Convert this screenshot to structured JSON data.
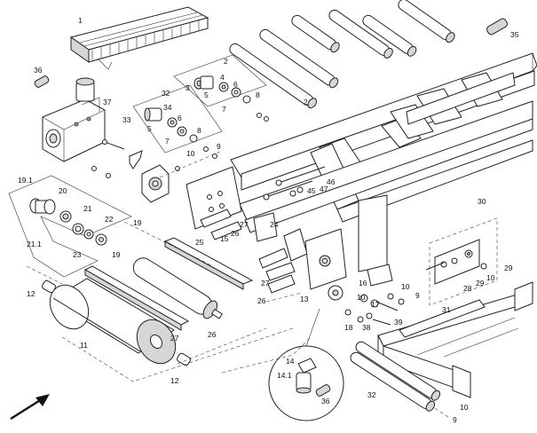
{
  "callouts": [
    {
      "id": "c1",
      "text": "1"
    },
    {
      "id": "c2a",
      "text": "2"
    },
    {
      "id": "c2b",
      "text": "2"
    },
    {
      "id": "c3",
      "text": "3"
    },
    {
      "id": "c4",
      "text": "4"
    },
    {
      "id": "c5a",
      "text": "5"
    },
    {
      "id": "c5b",
      "text": "5"
    },
    {
      "id": "c6a",
      "text": "6"
    },
    {
      "id": "c6b",
      "text": "6"
    },
    {
      "id": "c7a",
      "text": "7"
    },
    {
      "id": "c7b",
      "text": "7"
    },
    {
      "id": "c8a",
      "text": "8"
    },
    {
      "id": "c8b",
      "text": "8"
    },
    {
      "id": "c9a",
      "text": "9"
    },
    {
      "id": "c9b",
      "text": "9"
    },
    {
      "id": "c9c",
      "text": "9"
    },
    {
      "id": "c10a",
      "text": "10"
    },
    {
      "id": "c10b",
      "text": "10"
    },
    {
      "id": "c10c",
      "text": "10"
    },
    {
      "id": "c10d",
      "text": "10"
    },
    {
      "id": "c10e",
      "text": "10"
    },
    {
      "id": "c11",
      "text": "11"
    },
    {
      "id": "c12a",
      "text": "12"
    },
    {
      "id": "c12b",
      "text": "12"
    },
    {
      "id": "c13",
      "text": "13"
    },
    {
      "id": "c14",
      "text": "14"
    },
    {
      "id": "c141",
      "text": "14.1"
    },
    {
      "id": "c15",
      "text": "15"
    },
    {
      "id": "c16",
      "text": "16"
    },
    {
      "id": "c17",
      "text": "17"
    },
    {
      "id": "c18",
      "text": "18"
    },
    {
      "id": "c19a",
      "text": "19"
    },
    {
      "id": "c19b",
      "text": "19"
    },
    {
      "id": "c191",
      "text": "19.1"
    },
    {
      "id": "c20",
      "text": "20"
    },
    {
      "id": "c21",
      "text": "21"
    },
    {
      "id": "c211",
      "text": "21.1"
    },
    {
      "id": "c22",
      "text": "22"
    },
    {
      "id": "c23",
      "text": "23"
    },
    {
      "id": "c24",
      "text": "24"
    },
    {
      "id": "c25",
      "text": "25"
    },
    {
      "id": "c26a",
      "text": "26"
    },
    {
      "id": "c26b",
      "text": "26"
    },
    {
      "id": "c26c",
      "text": "26"
    },
    {
      "id": "c27a",
      "text": "27"
    },
    {
      "id": "c27b",
      "text": "27"
    },
    {
      "id": "c27c",
      "text": "27"
    },
    {
      "id": "c28",
      "text": "28"
    },
    {
      "id": "c29a",
      "text": "29"
    },
    {
      "id": "c29b",
      "text": "29"
    },
    {
      "id": "c30",
      "text": "30"
    },
    {
      "id": "c31",
      "text": "31"
    },
    {
      "id": "c32a",
      "text": "32"
    },
    {
      "id": "c32b",
      "text": "32"
    },
    {
      "id": "c33",
      "text": "33"
    },
    {
      "id": "c34",
      "text": "34"
    },
    {
      "id": "c35",
      "text": "35"
    },
    {
      "id": "c36a",
      "text": "36"
    },
    {
      "id": "c36b",
      "text": "36"
    },
    {
      "id": "c37",
      "text": "37"
    },
    {
      "id": "c38",
      "text": "38"
    },
    {
      "id": "c39",
      "text": "39"
    },
    {
      "id": "c45",
      "text": "45"
    },
    {
      "id": "c46",
      "text": "46"
    },
    {
      "id": "c47",
      "text": "47"
    }
  ]
}
